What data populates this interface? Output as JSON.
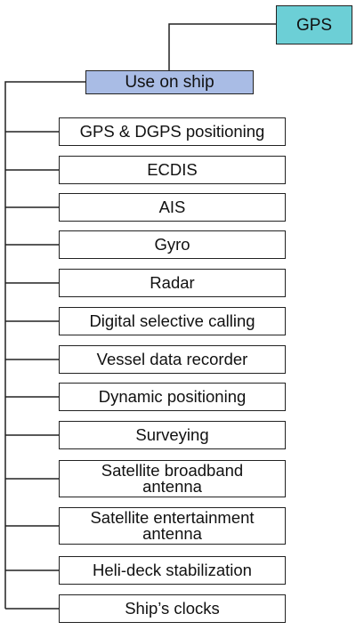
{
  "root": {
    "label": "GPS"
  },
  "category": {
    "label": "Use on ship"
  },
  "items": [
    {
      "label": "GPS & DGPS positioning"
    },
    {
      "label": "ECDIS"
    },
    {
      "label": "AIS"
    },
    {
      "label": "Gyro"
    },
    {
      "label": "Radar"
    },
    {
      "label": "Digital selective calling"
    },
    {
      "label": "Vessel data recorder"
    },
    {
      "label": "Dynamic positioning"
    },
    {
      "label": "Surveying"
    },
    {
      "label": "Satellite broadband antenna"
    },
    {
      "label": "Satellite entertainment antenna"
    },
    {
      "label": "Heli-deck stabilization"
    },
    {
      "label": "Ship’s clocks"
    }
  ],
  "colors": {
    "root_fill": "#6ccfd6",
    "category_fill": "#a9bce5",
    "line": "#222222"
  }
}
